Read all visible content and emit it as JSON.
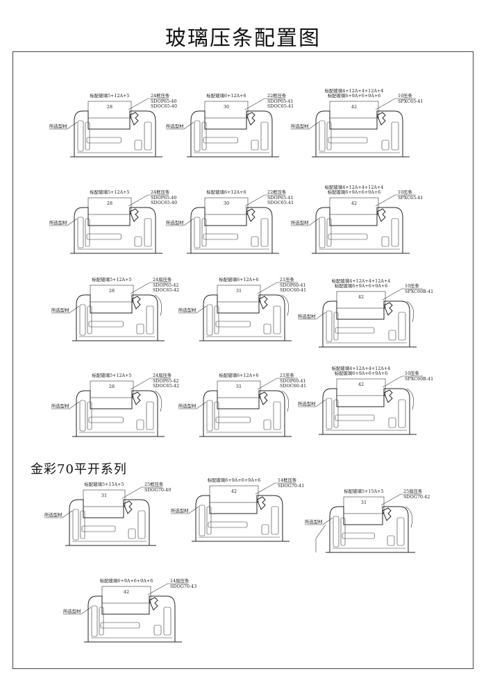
{
  "page": {
    "title": "玻璃压条配置图",
    "series_heading": "金彩70平开系列",
    "profile_label": "所选型材"
  },
  "sections": [
    {
      "id": "r1c1",
      "glass": [
        "标配玻璃5+12A+5"
      ],
      "thickness": "28",
      "bead": "24框压条",
      "codes": [
        "SDOP65-40",
        "SDOC65-40"
      ]
    },
    {
      "id": "r1c2",
      "glass": [
        "标配玻璃6+12A+6"
      ],
      "thickness": "30",
      "bead": "22框压条",
      "codes": [
        "SDOP65-41",
        "SDOC65-41"
      ]
    },
    {
      "id": "r1c3",
      "glass": [
        "标配玻璃4+12A+4+12A+4",
        "标配玻璃6+9A+6+9A+6"
      ],
      "thickness": "42",
      "bead": "10压条",
      "codes": [
        "SPXC65-41"
      ]
    },
    {
      "id": "r2c1",
      "glass": [
        "标配玻璃5+12A+5"
      ],
      "thickness": "28",
      "bead": "24框压条",
      "codes": [
        "SDOP65-40",
        "SDOC65-40"
      ]
    },
    {
      "id": "r2c2",
      "glass": [
        "标配玻璃6+12A+6"
      ],
      "thickness": "30",
      "bead": "22框压条",
      "codes": [
        "SDOP65-41",
        "SDOC65-41"
      ]
    },
    {
      "id": "r2c3",
      "glass": [
        "标配玻璃4+12A+4+12A+4",
        "标配玻璃6+9A+6+9A+6"
      ],
      "thickness": "42",
      "bead": "10压条",
      "codes": [
        "SPXC65-41"
      ]
    },
    {
      "id": "r3c1",
      "glass": [
        "标配玻璃5+12A+5"
      ],
      "thickness": "28",
      "bead": "24扇压条",
      "codes": [
        "SDOP65-42",
        "SDOC65-42"
      ]
    },
    {
      "id": "r3c2",
      "glass": [
        "标配玻璃6+12A+6"
      ],
      "thickness": "31",
      "bead": "21压条",
      "codes": [
        "SDOP60-41",
        "SDOC60-41"
      ]
    },
    {
      "id": "r3c3",
      "glass": [
        "标配玻璃4+12A+4+12A+4",
        "标配玻璃6+9A+6+9A+6"
      ],
      "thickness": "42",
      "bead": "10压条",
      "codes": [
        "SPXC60B-41"
      ]
    },
    {
      "id": "r4c1",
      "glass": [
        "标配玻璃5+12A+5"
      ],
      "thickness": "28",
      "bead": "24扇压条",
      "codes": [
        "SDOP65-42",
        "SDOC65-42"
      ]
    },
    {
      "id": "r4c2",
      "glass": [
        "标配玻璃6+12A+6"
      ],
      "thickness": "31",
      "bead": "21压条",
      "codes": [
        "SDOP60-41",
        "SDOC60-41"
      ]
    },
    {
      "id": "r4c3",
      "glass": [
        "标配玻璃4+12A+4+12A+4",
        "标配玻璃6+9A+6+9A+6"
      ],
      "thickness": "42",
      "bead": "10压条",
      "codes": [
        "SPXC60B-41"
      ]
    },
    {
      "id": "r5c1",
      "glass": [
        "标配玻璃5+15A+5"
      ],
      "thickness": "31",
      "bead": "25框压条",
      "codes": [
        "SDOG70-40"
      ]
    },
    {
      "id": "r5c2",
      "glass": [
        "标配玻璃6+9A+6+9A+6"
      ],
      "thickness": "42",
      "bead": "14框压条",
      "codes": [
        "SDOG70-41"
      ]
    },
    {
      "id": "r5c3",
      "glass": [
        "标配玻璃5+15A+5"
      ],
      "thickness": "31",
      "bead": "25扇压条",
      "codes": [
        "SDOG70-42"
      ]
    },
    {
      "id": "r6c1",
      "glass": [
        "标配玻璃6+9A+6+9A+6"
      ],
      "thickness": "42",
      "bead": "14扇压条",
      "codes": [
        "SDOG70-43"
      ]
    }
  ]
}
